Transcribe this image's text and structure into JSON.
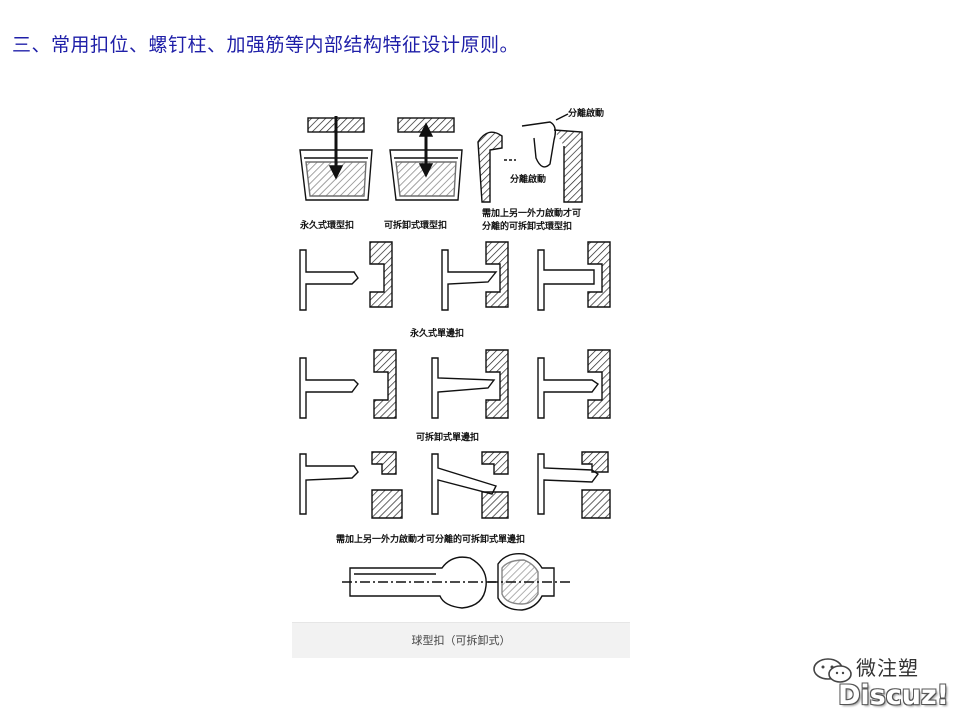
{
  "heading": "三、常用扣位、螺钉柱、加强筋等内部结构特征设计原则。",
  "figure": {
    "labels": {
      "separation_top": "分離啟動",
      "separation_mid": "分離啟動",
      "permanent_ring": "永久式環型扣",
      "removable_ring": "可拆卸式環型扣",
      "external_ring_line1": "需加上另一外力啟動才可",
      "external_ring_line2": "分離的可拆卸式環型扣",
      "permanent_single": "永久式單邊扣",
      "removable_single": "可拆卸式單邊扣",
      "external_single": "需加上另一外力啟動才可分離的可拆卸式單邊扣"
    },
    "caption": "球型扣（可拆卸式）"
  },
  "watermark": {
    "wechat_text": "微注塑",
    "discuz_text": "Discuz!"
  }
}
